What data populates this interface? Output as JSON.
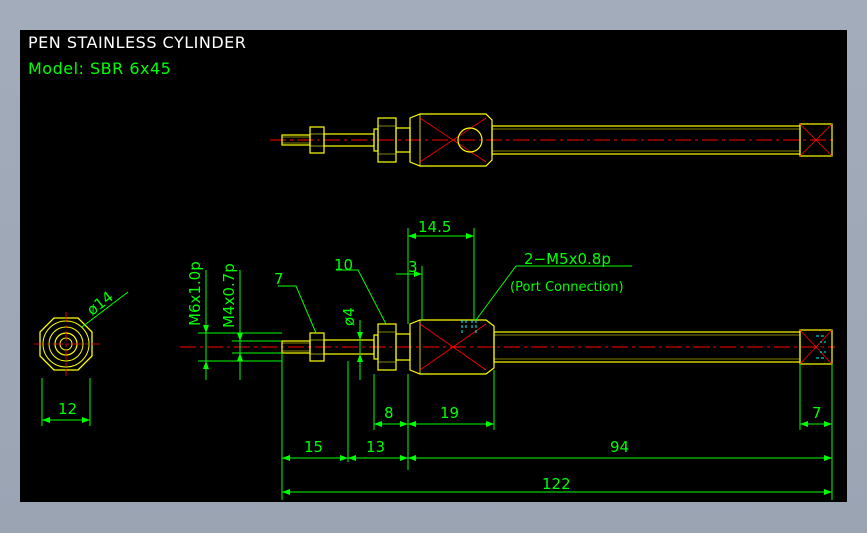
{
  "title": "PEN STAINLESS CYLINDER",
  "model": "Model: SBR  6x45",
  "colors": {
    "background": "#000000",
    "frame": "#a3acba",
    "outline_yellow": "#ffff00",
    "dimension_green": "#00ff00",
    "centerline_red": "#ff0000",
    "hidden_cyan": "#00ffff",
    "white_text": "#ffffff"
  },
  "dimensions": {
    "end_width": "12",
    "end_diameter": "ø14",
    "thread_rod": "M6x1.0p",
    "thread_tip": "M4x0.7p",
    "rod_dia": "ø4",
    "nut_small": "7",
    "nut_large": "10",
    "port_offset": "3",
    "port_span": "14.5",
    "port_label": "2−M5x0.8p",
    "port_note": "(Port Connection)",
    "nut_len": "8",
    "head_len": "19",
    "cap_len": "7",
    "rod_len": "15",
    "gland_len": "13",
    "body_len": "94",
    "overall_len": "122"
  }
}
